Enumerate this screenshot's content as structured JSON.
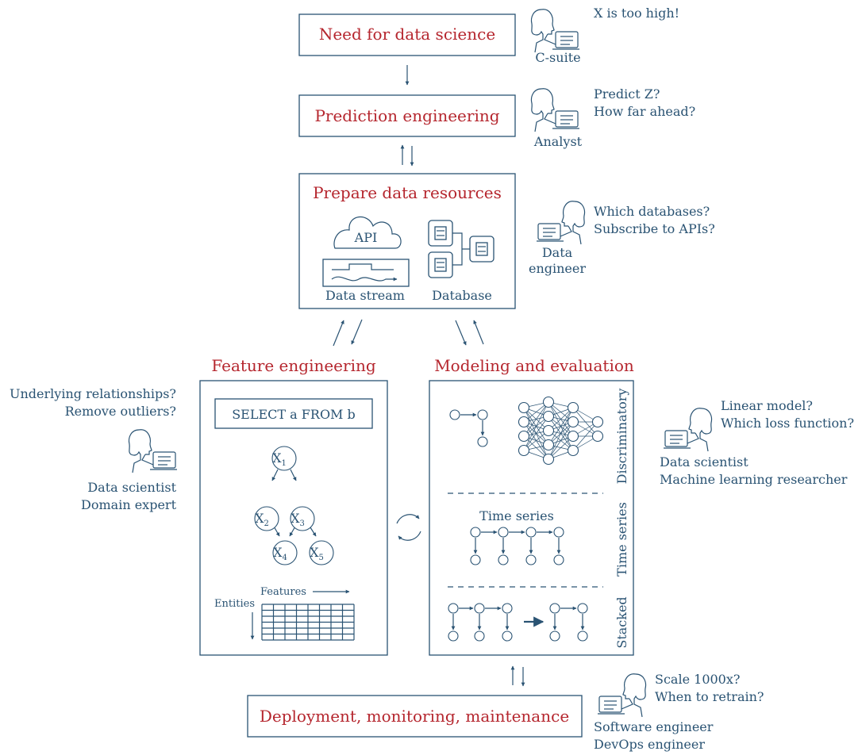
{
  "colors": {
    "title_red": "#b5262e",
    "ink_blue": "#2a5373"
  },
  "stages": {
    "need": "Need for data science",
    "prediction": "Prediction engineering",
    "prepare": "Prepare data resources",
    "feature": "Feature engineering",
    "modeling": "Modeling and evaluation",
    "deployment": "Deployment, monitoring, maintenance"
  },
  "prepare": {
    "api": "API",
    "data_stream": "Data stream",
    "database": "Database"
  },
  "feature": {
    "sql": "SELECT a FROM b",
    "nodes": [
      "X",
      "X",
      "X",
      "X",
      "X"
    ],
    "node_subs": [
      "1",
      "2",
      "3",
      "4",
      "5"
    ],
    "features_label": "Features",
    "entities_label": "Entities"
  },
  "modeling": {
    "discriminatory": "Discriminatory",
    "time_series_side": "Time series",
    "time_series_title": "Time series",
    "stacked": "Stacked"
  },
  "personas": {
    "csuite": {
      "role": "C-suite",
      "q1": "X is too high!"
    },
    "analyst": {
      "role": "Analyst",
      "q1": "Predict Z?",
      "q2": "How far ahead?"
    },
    "data_engineer": {
      "role1": "Data",
      "role2": "engineer",
      "q1": "Which databases?",
      "q2": "Subscribe to APIs?"
    },
    "feature_person": {
      "q1": "Underlying relationships?",
      "q2": "Remove outliers?",
      "role1": "Data scientist",
      "role2": "Domain expert"
    },
    "modeler": {
      "q1": "Linear model?",
      "q2": "Which loss function?",
      "role1": "Data scientist",
      "role2": "Machine learning researcher"
    },
    "deployer": {
      "q1": "Scale 1000x?",
      "q2": "When to retrain?",
      "role1": "Software engineer",
      "role2": "DevOps engineer"
    }
  }
}
